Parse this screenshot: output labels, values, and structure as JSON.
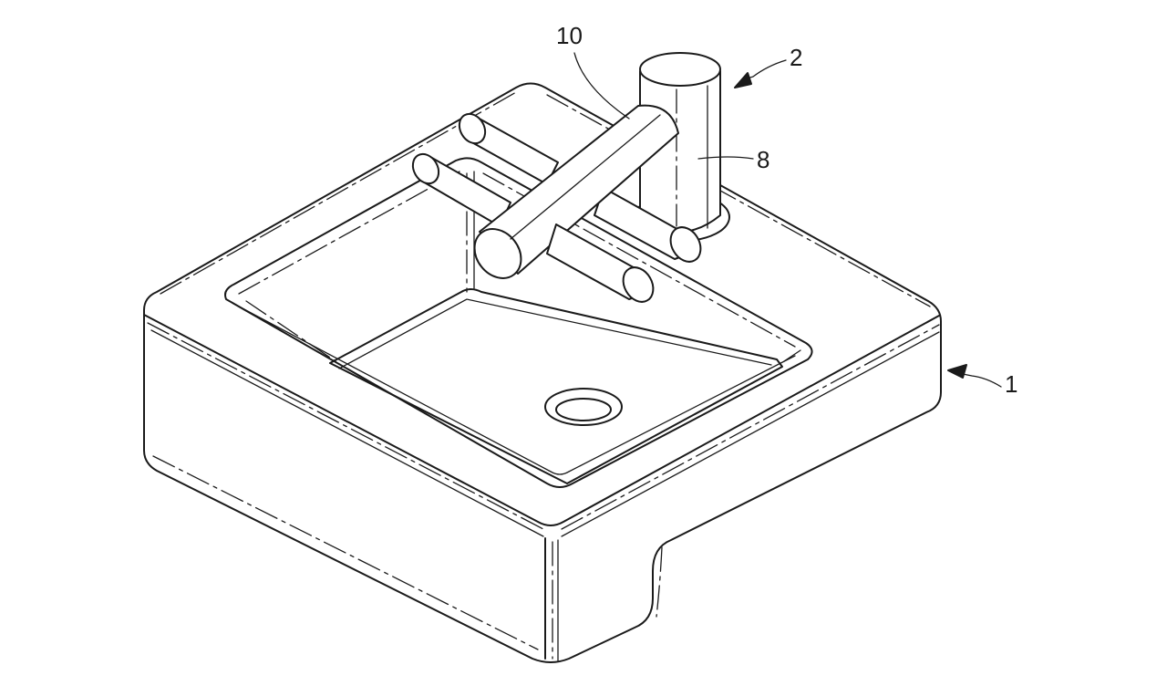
{
  "figure": {
    "labels": {
      "sink": "1",
      "faucet_assembly": "2",
      "spout_column": "8",
      "handle_bar": "10"
    }
  }
}
